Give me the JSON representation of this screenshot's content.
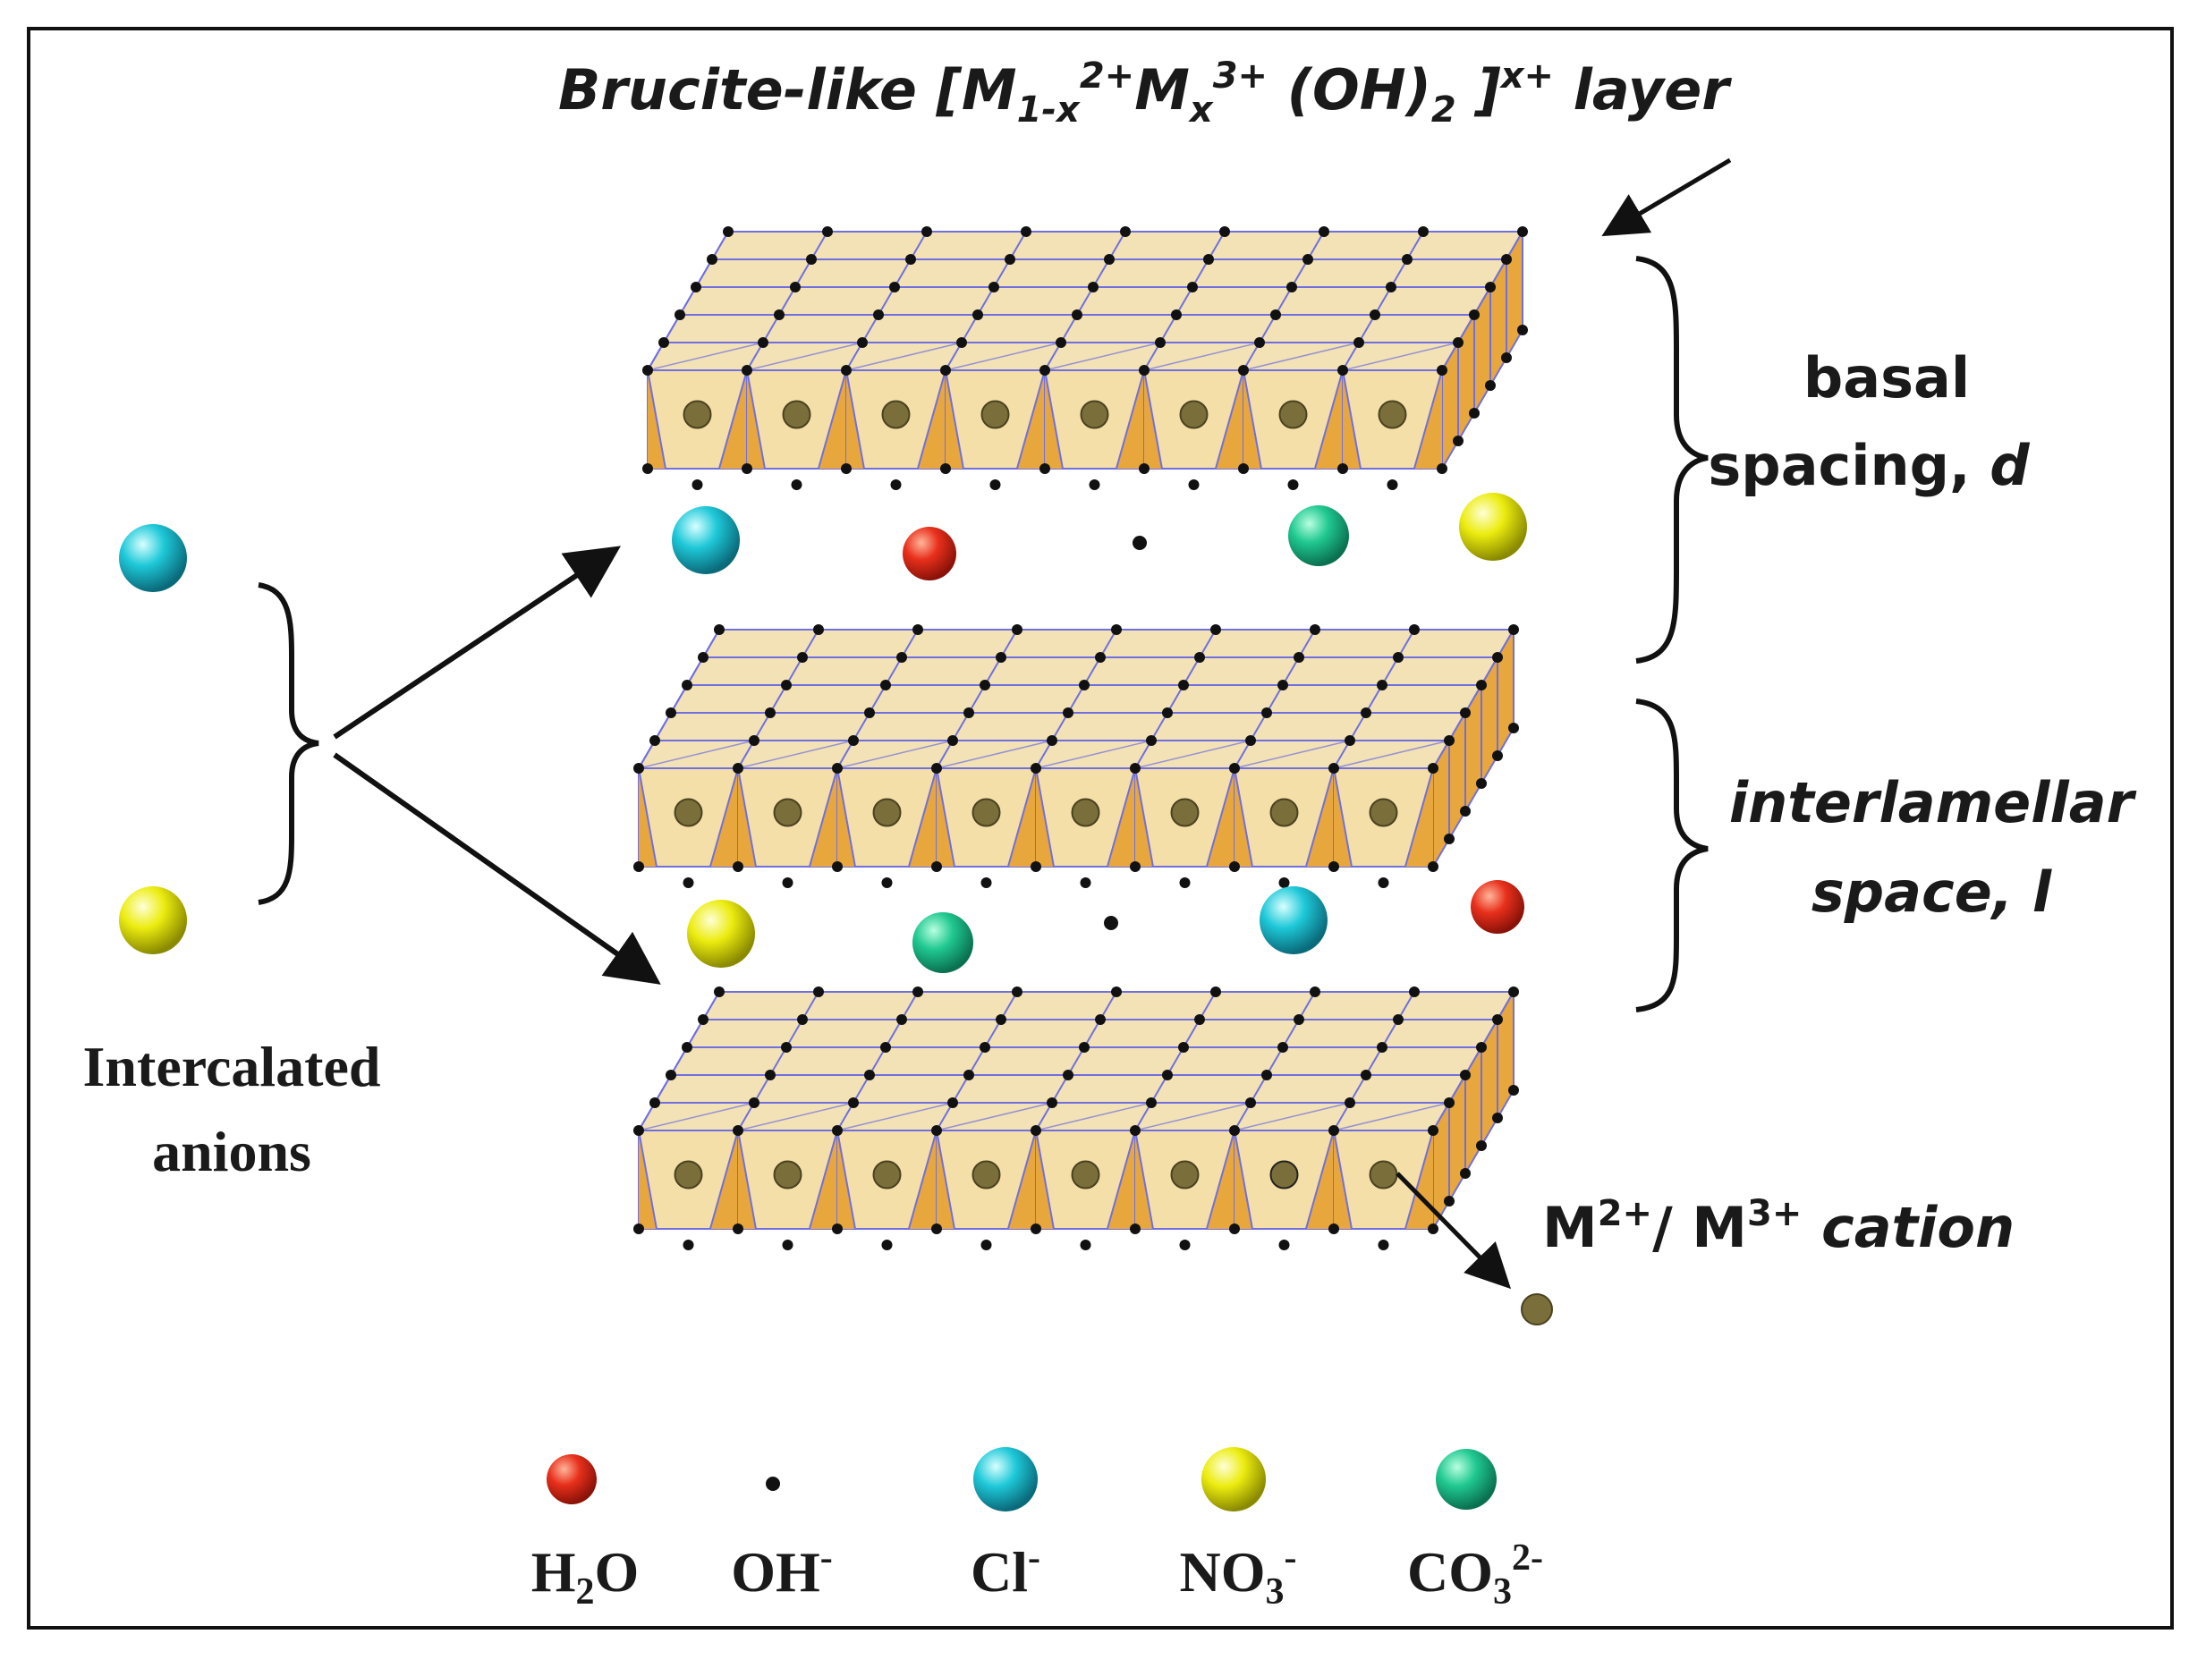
{
  "title": {
    "pre": "Brucite-like [M",
    "sub1": "1-x",
    "sup1": "2+",
    "mid": "M",
    "sub2": "x",
    "sup2": "3+",
    "oh": " (OH)",
    "sub3": "2",
    "close": " ]",
    "sup3": "x+",
    "post": " layer"
  },
  "labels": {
    "basal_line1": "basal",
    "basal_line2": "spacing, ",
    "basal_var": "d",
    "inter_line1": "interlamellar",
    "inter_line2": "space, l",
    "intercalated_line1": "Intercalated",
    "intercalated_line2": "anions",
    "cation_m1": "M",
    "cation_sup1": "2+",
    "cation_sep": "/ M",
    "cation_sup2": "3+",
    "cation_word": " cation"
  },
  "legend": [
    {
      "id": "h2o",
      "base": "H",
      "sub": "2",
      "tail": "O",
      "sup": ""
    },
    {
      "id": "oh",
      "base": "OH",
      "sub": "",
      "tail": "",
      "sup": "-"
    },
    {
      "id": "cl",
      "base": "Cl",
      "sub": "",
      "tail": "",
      "sup": "-"
    },
    {
      "id": "no3",
      "base": "NO",
      "sub": "3",
      "tail": "",
      "sup": "-"
    },
    {
      "id": "co3",
      "base": "CO",
      "sub": "3",
      "tail": "",
      "sup": "2-"
    }
  ],
  "colors": {
    "h2o": "#e03020",
    "oh": "#111111",
    "cl": "#1ec8d8",
    "no3": "#ecec10",
    "co3": "#20c890",
    "octa_dark": "#e8a73c",
    "octa_light": "#f5dfa8",
    "top_face": "#f3e2b5",
    "edge": "#6f6fe0",
    "cation": "#7a6e3a"
  }
}
